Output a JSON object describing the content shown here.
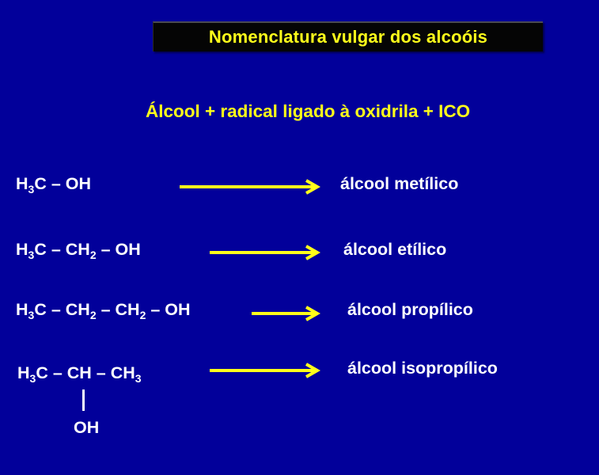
{
  "slide": {
    "title": "Nomenclatura vulgar dos alcoóis",
    "rule": "Álcool + radical ligado à oxidrila + ICO",
    "colors": {
      "background": "#02009a",
      "title_box": "#050505",
      "accent_yellow": "#ffff1a",
      "text_white": "#ffffff"
    },
    "rows": [
      {
        "formula": {
          "p1": "H",
          "s1": "3",
          "p2": "C – OH"
        },
        "arrow": "right-arrow",
        "name": "álcool metílico"
      },
      {
        "formula": {
          "p1": "H",
          "s1": "3",
          "p2": "C – CH",
          "s2": "2",
          "p3": " – OH"
        },
        "arrow": "right-arrow",
        "name": "álcool etílico"
      },
      {
        "formula": {
          "p1": "H",
          "s1": "3",
          "p2": "C – CH",
          "s2": "2",
          "p3": " – CH",
          "s3": "2",
          "p4": " – OH"
        },
        "arrow": "right-arrow",
        "name": "álcool propílico"
      },
      {
        "formula": {
          "p1": "H",
          "s1": "3",
          "p2": "C – CH – CH",
          "s2": "3",
          "branch": "OH"
        },
        "arrow": "right-arrow",
        "name": "álcool isopropílico"
      }
    ]
  }
}
